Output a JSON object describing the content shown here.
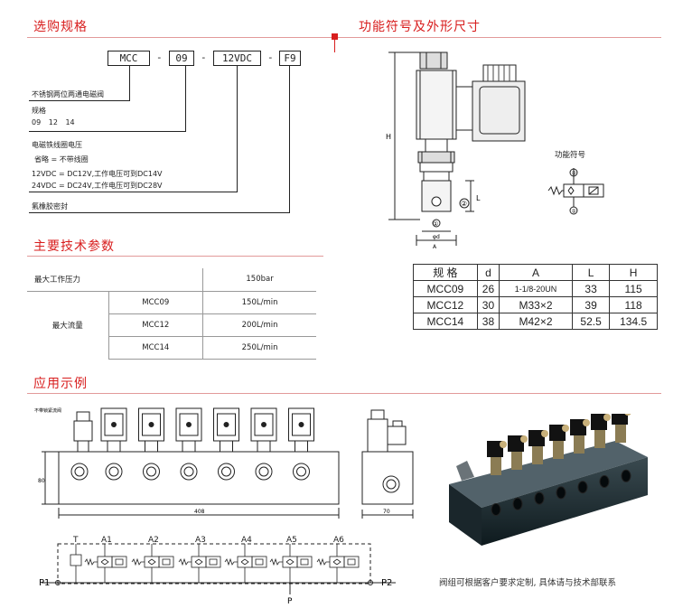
{
  "sections": {
    "selection": "选购规格",
    "symbol": "功能符号及外形尺寸",
    "params": "主要技术参数",
    "example": "应用示例"
  },
  "model_code": [
    "MCC",
    "09",
    "12VDC",
    "F9"
  ],
  "selection_notes": {
    "valve": "不锈钢两位两通电磁阀",
    "spec_title": "规格",
    "spec_values": "09  12  14",
    "voltage_title": "电磁铁线圈电压",
    "voltage_omit": "省略 = 不带线圈",
    "voltage_12": "12VDC = DC12V,工作电压可到DC14V",
    "voltage_24": "24VDC = DC24V,工作电压可到DC28V",
    "seal": "氟橡胶密封"
  },
  "params_table": {
    "pressure_label": "最大工作压力",
    "pressure_value": "150bar",
    "flow_label": "最大流量",
    "rows": [
      {
        "model": "MCC09",
        "value": "150L/min"
      },
      {
        "model": "MCC12",
        "value": "200L/min"
      },
      {
        "model": "MCC14",
        "value": "250L/min"
      }
    ]
  },
  "spec_table": {
    "headers": [
      "规 格",
      "d",
      "A",
      "L",
      "H"
    ],
    "rows": [
      [
        "MCC09",
        "26",
        "1-1/8-20UN",
        "33",
        "115"
      ],
      [
        "MCC12",
        "30",
        "M33×2",
        "39",
        "118"
      ],
      [
        "MCC14",
        "38",
        "M42×2",
        "52.5",
        "134.5"
      ]
    ]
  },
  "drawing_labels": {
    "function_symbol": "功能符号",
    "H": "H",
    "L": "L",
    "A": "A",
    "port1": "①",
    "port2": "②",
    "phi_d": "φd"
  },
  "example": {
    "stop_valve_label": "不带锁紧流阀",
    "dim_height": "80",
    "dim_width": "408",
    "dim_depth": "70",
    "ports": [
      "T",
      "A1",
      "A2",
      "A3",
      "A4",
      "A5",
      "A6"
    ],
    "p1": "P1",
    "p2": "P2",
    "p": "P",
    "caption": "阀组可根据客户要求定制, 具体请与技术部联系"
  }
}
